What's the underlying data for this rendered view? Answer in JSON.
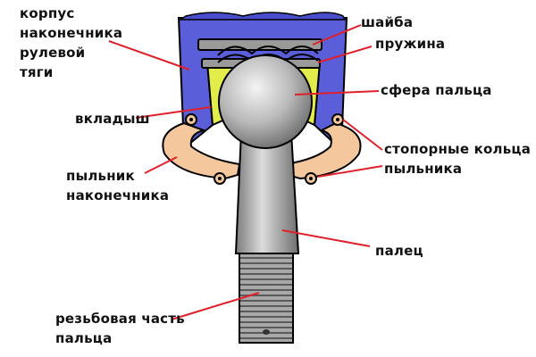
{
  "labels": {
    "housing": [
      "корпус",
      "наконечника",
      "рулевой",
      "тяги"
    ],
    "washer": "шайба",
    "spring": "пружина",
    "sphere": "сфера пальца",
    "liner": "вкладыш",
    "retaining_rings": [
      "стопорные кольца",
      "пыльника"
    ],
    "boot": [
      "пыльник",
      "наконечника"
    ],
    "pin": "палец",
    "thread": [
      "резьбовая часть",
      "пальца"
    ]
  },
  "colors": {
    "housing": "#5a5ed8",
    "liner": "#e2ec4a",
    "boot": "#f4c89c",
    "metal": "#b4b4b4",
    "leader_line": "#e0202a",
    "label_text": "#111111"
  }
}
